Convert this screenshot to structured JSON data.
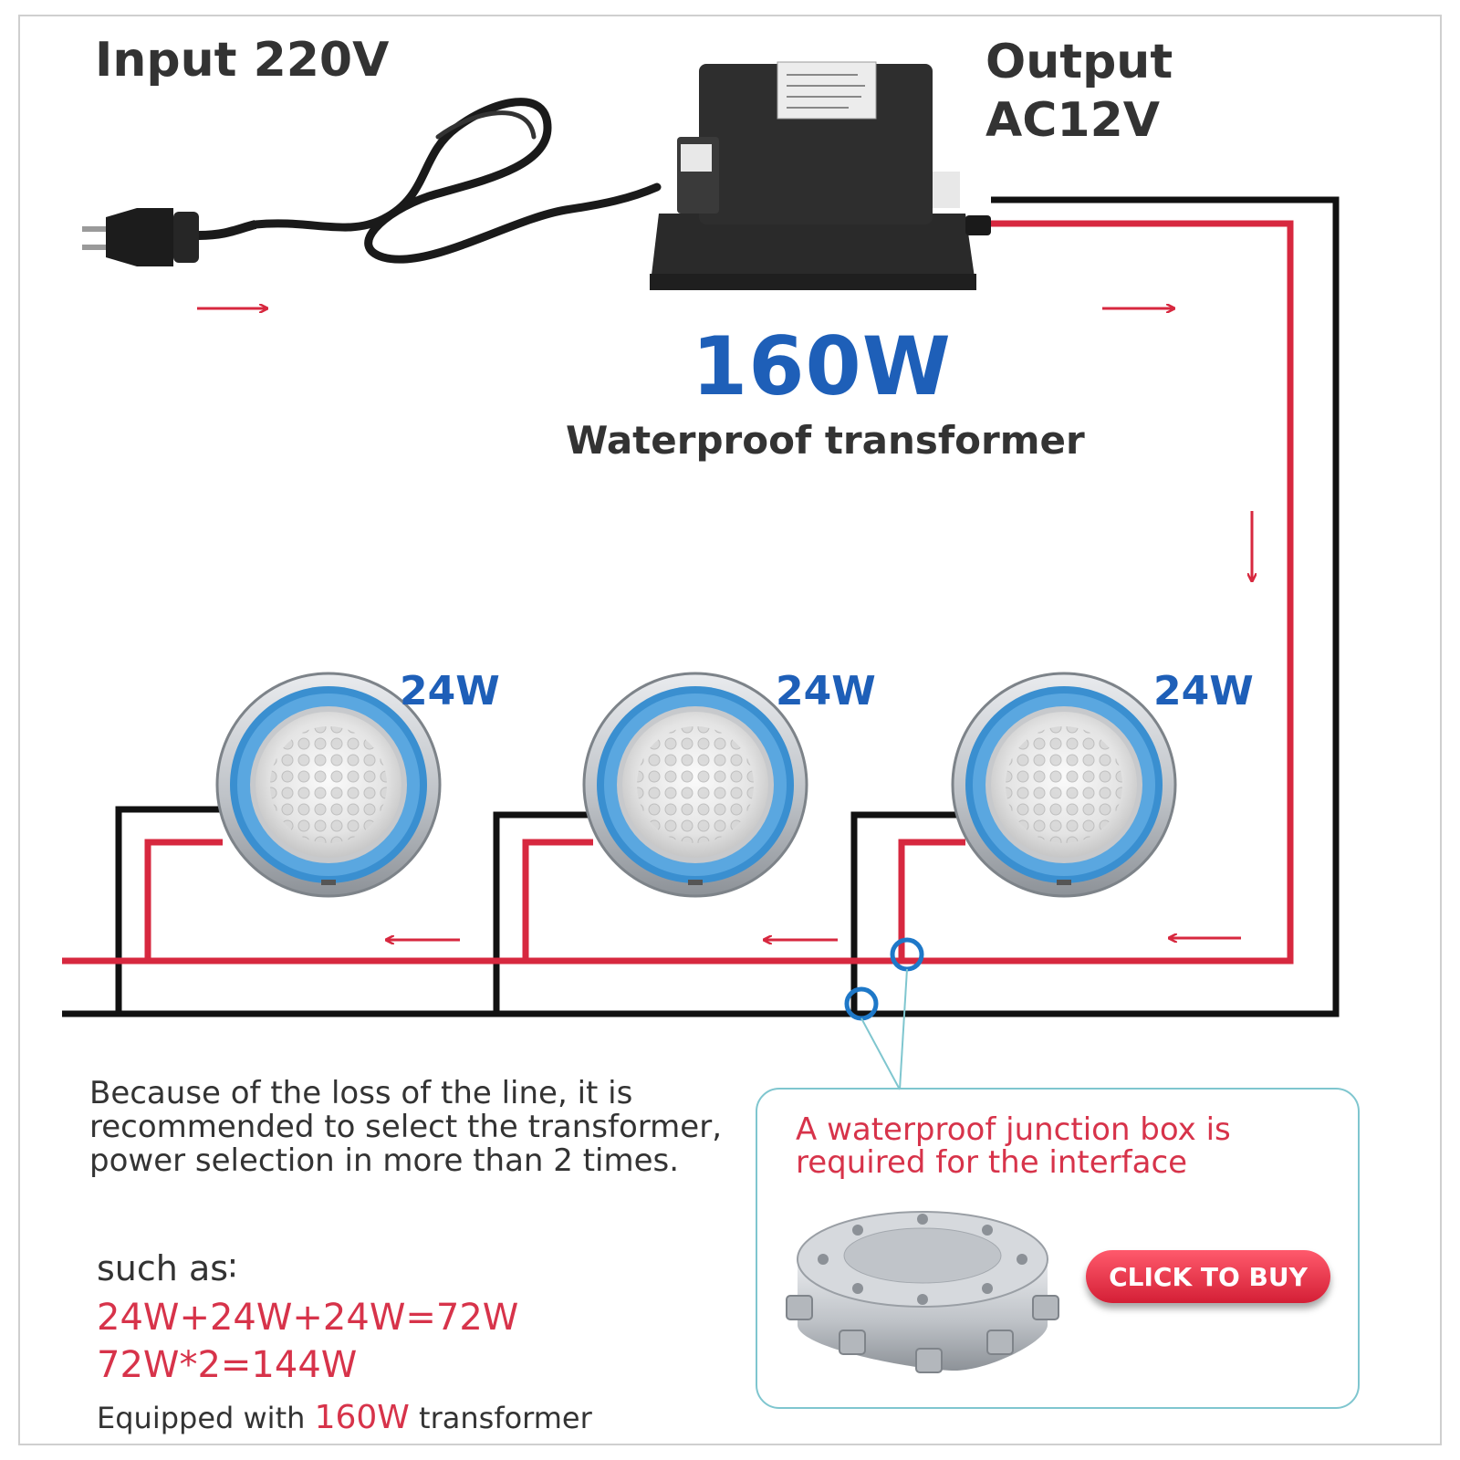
{
  "input": {
    "label": "Input 220V"
  },
  "output": {
    "line1": "Output",
    "line2": "AC12V"
  },
  "transformer": {
    "wattage": "160W",
    "label": "Waterproof transformer"
  },
  "lamps": [
    {
      "wattage": "24W"
    },
    {
      "wattage": "24W"
    },
    {
      "wattage": "24W"
    }
  ],
  "note": {
    "text": "Because of the loss of the line, it is recommended to select the transformer, power selection in more than 2 times.",
    "such_as": "such as∶",
    "equation1": "24W+24W+24W=72W",
    "equation2": "72W*2=144W",
    "equipped_prefix": "Equipped with",
    "equipped_watt": "160W",
    "equipped_suffix": "transformer"
  },
  "junction_box": {
    "title": "A waterproof junction box is required for the interface",
    "buy_label": "CLICK TO BUY"
  },
  "colors": {
    "wire_red": "#d7283f",
    "wire_black": "#111111",
    "accent_blue": "#1e5fb8",
    "lamp_ring": "#3a8fd0"
  }
}
